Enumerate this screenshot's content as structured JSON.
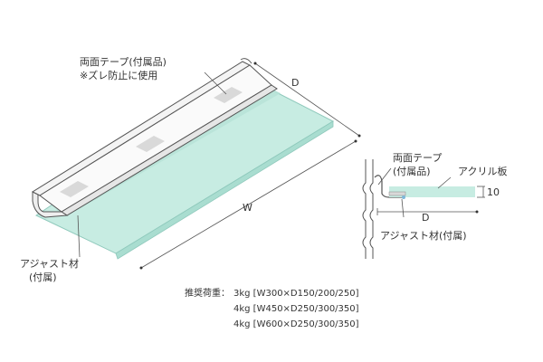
{
  "labels": {
    "tape_main": "両面テープ(付属品)",
    "tape_note": "※ズレ防止に使用",
    "adjuster_line1": "アジャスト材",
    "adjuster_line2": "(付属)",
    "side_tape_line1": "両面テープ",
    "side_tape_line2": "(付属品)",
    "acrylic": "アクリル板",
    "side_adjuster": "アジャスト材(付属)"
  },
  "dimensions": {
    "depth": "D",
    "width": "W",
    "side_depth": "D",
    "thickness": "10"
  },
  "load": {
    "heading": "推奨荷重：",
    "rows": [
      "3kg [W300×D150/200/250]",
      "4kg [W450×D250/300/350]",
      "4kg [W600×D250/300/350]"
    ]
  },
  "colors": {
    "acrylic_fill": "#c7ece2",
    "acrylic_edge": "#8fc9bc",
    "tape": "#d9d9d9",
    "line": "#333333"
  }
}
